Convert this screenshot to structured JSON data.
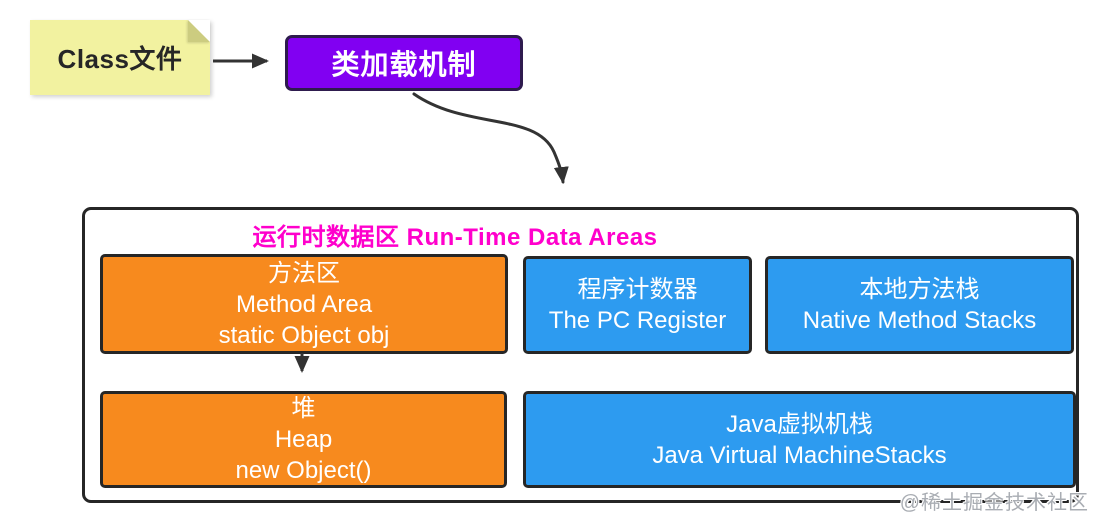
{
  "flow": {
    "class_file_label": "Class文件",
    "class_loader_label": "类加载机制"
  },
  "runtime": {
    "title": "运行时数据区 Run-Time Data Areas",
    "boxes": {
      "method_area": {
        "lines": [
          "方法区",
          "Method Area",
          "static Object obj"
        ]
      },
      "pc_register": {
        "lines": [
          "程序计数器",
          "The PC Register"
        ]
      },
      "native_stacks": {
        "lines": [
          "本地方法栈",
          "Native Method Stacks"
        ]
      },
      "heap": {
        "lines": [
          "堆",
          "Heap",
          "new Object()"
        ]
      },
      "jvm_stacks": {
        "lines": [
          "Java虚拟机栈",
          "Java Virtual MachineStacks"
        ]
      }
    }
  },
  "connectors": {
    "note_to_loader": "arrow-right",
    "loader_to_runtime": "curved-arrow-down",
    "method_area_to_heap": "arrow-down"
  },
  "watermark": "@稀土掘金技术社区",
  "colors": {
    "orange": "#f78a1e",
    "blue": "#2d9bf0",
    "purple": "#8100f2",
    "title_magenta": "#ff00cc",
    "note_yellow": "#f2f2a0",
    "border_dark": "#262626"
  }
}
